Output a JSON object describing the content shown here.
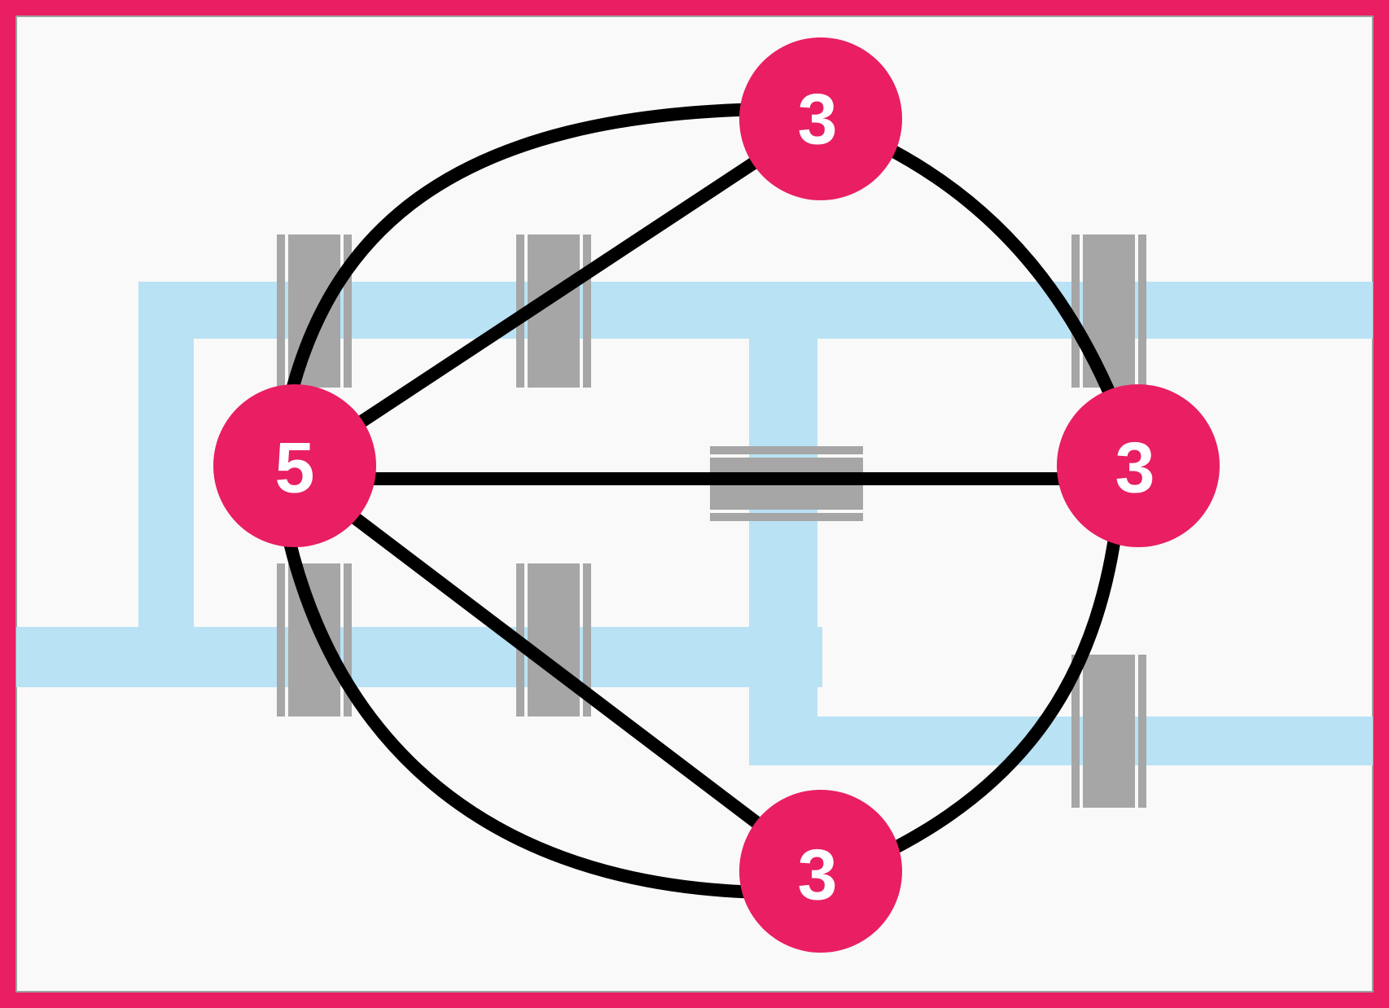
{
  "colors": {
    "frame": "#e91e63",
    "background": "#f9f9f9",
    "river": "#b9e2f4",
    "bridge": "#a6a6a6",
    "edge": "#000000",
    "node": "#e91e63",
    "node_text": "#ffffff"
  },
  "nodes": [
    {
      "id": "top",
      "degree": "3"
    },
    {
      "id": "left",
      "degree": "5"
    },
    {
      "id": "right",
      "degree": "3"
    },
    {
      "id": "bottom",
      "degree": "3"
    }
  ],
  "edges": [
    {
      "from": "left",
      "to": "top",
      "kind": "curve"
    },
    {
      "from": "left",
      "to": "top",
      "kind": "straight"
    },
    {
      "from": "left",
      "to": "right",
      "kind": "straight"
    },
    {
      "from": "left",
      "to": "bottom",
      "kind": "straight"
    },
    {
      "from": "left",
      "to": "bottom",
      "kind": "curve"
    },
    {
      "from": "top",
      "to": "right",
      "kind": "curve"
    },
    {
      "from": "right",
      "to": "bottom",
      "kind": "curve"
    }
  ],
  "bridge_count": 7
}
